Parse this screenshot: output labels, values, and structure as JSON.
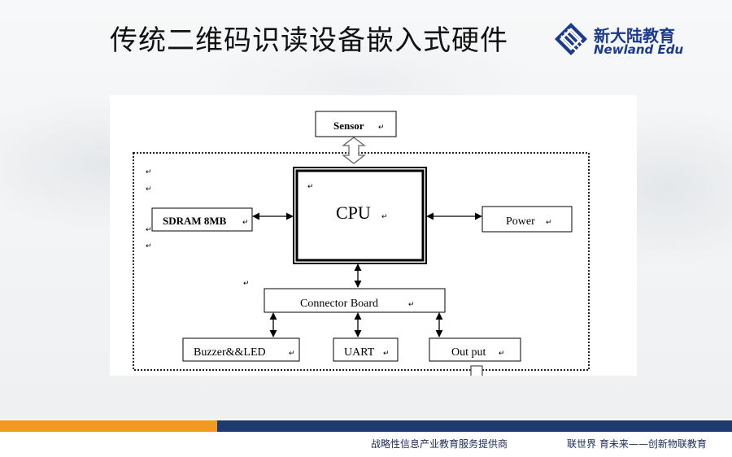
{
  "slide": {
    "title": "传统二维码识读设备嵌入式硬件"
  },
  "logo": {
    "cn": "新大陆教育",
    "en": "Newland Edu",
    "icon": "newland-diamond-logo"
  },
  "diagram": {
    "sensor": "Sensor",
    "cpu": "CPU",
    "sdram": "SDRAM 8MB",
    "power": "Power",
    "connector": "Connector Board",
    "buzzer": "Buzzer&&LED",
    "uart": "UART",
    "output": "Out put",
    "return_mark": "↵"
  },
  "footer": {
    "left": "战略性信息产业教育服务提供商",
    "right": "联世界 育未来——创新物联教育"
  },
  "colors": {
    "accent_orange": "#f29a1f",
    "accent_navy": "#1e3a6e",
    "brand_blue": "#1b3a8c"
  }
}
